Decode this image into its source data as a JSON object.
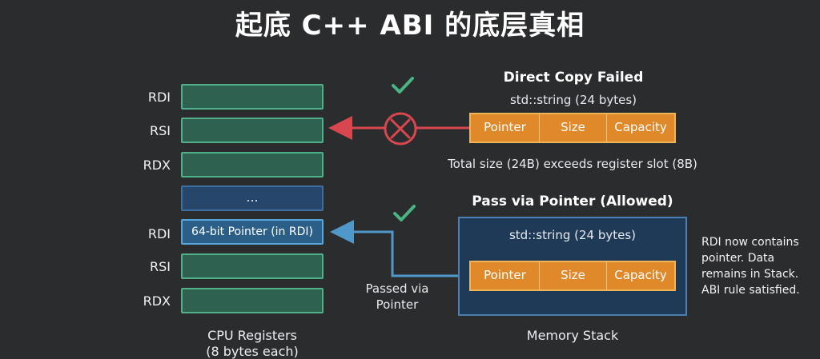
{
  "title": "起底 C++ ABI 的底层真相",
  "colors": {
    "background": "#2b2c2e",
    "register_fill": "#2f6150",
    "register_border": "#4fb08a",
    "pointer_fill": "#2c5f88",
    "struct_fill": "#e0892a",
    "error_red": "#d8474e",
    "ok_green": "#49b583",
    "stack_fill": "#1f3a57",
    "arrow_blue": "#4f98c9"
  },
  "registers": {
    "top_labels": [
      "RDI",
      "RSI",
      "RDX"
    ],
    "ellipsis": "...",
    "bottom_labels": [
      "RDI",
      "RSI",
      "RDX"
    ],
    "pointer_text": "64-bit Pointer (in RDI)",
    "caption": "CPU Registers",
    "caption_sub": "(8 bytes each)"
  },
  "direct_copy": {
    "heading": "Direct Copy Failed",
    "struct_label": "std::string (24 bytes)",
    "fields": [
      "Pointer",
      "Size",
      "Capacity"
    ],
    "note": "Total size (24B) exceeds register slot (8B)"
  },
  "pass_pointer": {
    "heading": "Pass via Pointer (Allowed)",
    "struct_label": "std::string (24 bytes)",
    "fields": [
      "Pointer",
      "Size",
      "Capacity"
    ],
    "arrow_label_line1": "Passed via",
    "arrow_label_line2": "Pointer",
    "stack_caption": "Memory Stack"
  },
  "side_note": {
    "lines": [
      "RDI now contains",
      "pointer. Data",
      "remains in Stack.",
      "ABI rule satisfied."
    ]
  },
  "icons": {
    "check_top": "check-icon",
    "blocked": "blocked-x-icon",
    "check_bottom": "check-icon"
  }
}
